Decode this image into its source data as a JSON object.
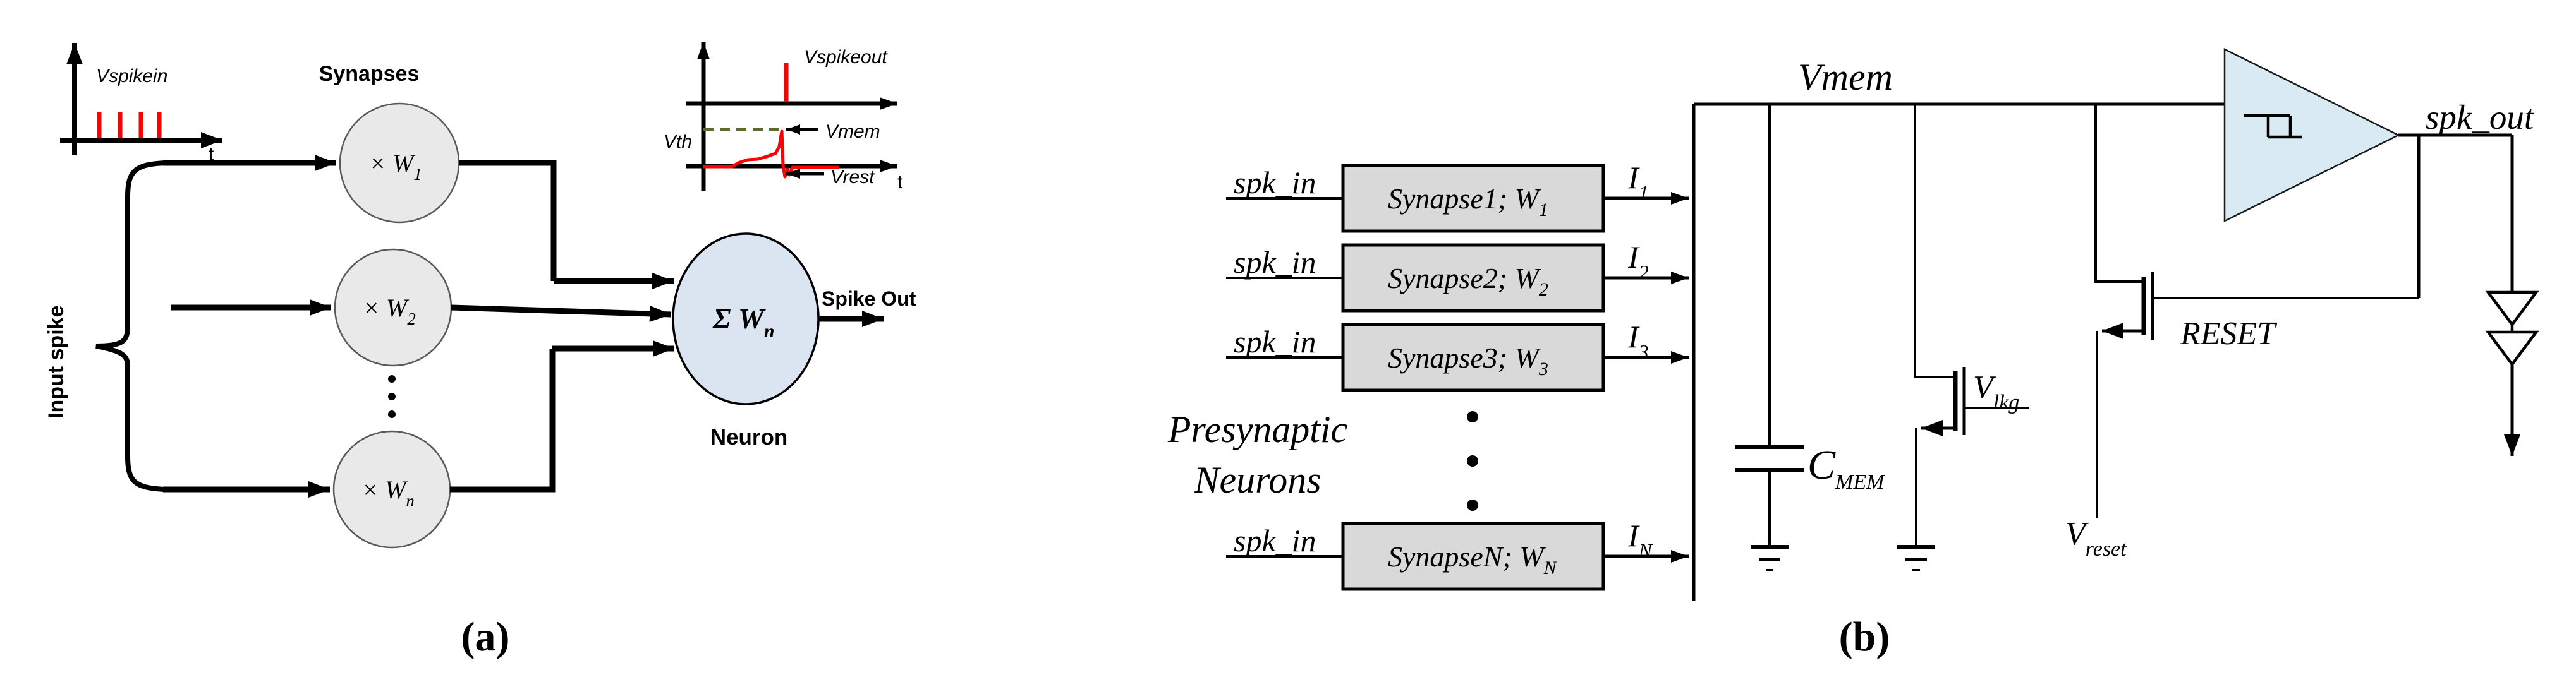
{
  "colors": {
    "signal_red": "#FF0000",
    "threshold_olive": "#5E6B2E",
    "synapse_circle_fill": "#e9e9e9",
    "synapse_circle_border": "#595959",
    "neuron_fill": "#dbe5f1",
    "comparator_fill": "#d9eaf3",
    "synapse_box_fill": "#d9d9d9",
    "wire_black": "#000000"
  },
  "caption_a": "(a)",
  "caption_b": "(b)",
  "panel_a": {
    "synapses_heading": "Synapses",
    "input_spike_label": "Input spike",
    "input_axis": {
      "signal": "Vspikein",
      "time": "t"
    },
    "weights": [
      {
        "label": "× W",
        "sub": "1"
      },
      {
        "label": "× W",
        "sub": "2"
      },
      {
        "label": "× W",
        "sub": "n"
      }
    ],
    "neuron": {
      "sum_base": "Σ W",
      "sum_sub": "n",
      "name": "Neuron",
      "output": "Spike Out"
    },
    "inset": {
      "spike_label": "Vspikeout",
      "threshold": "Vth",
      "membrane": "Vmem",
      "rest": "Vrest",
      "time": "t"
    }
  },
  "panel_b": {
    "membrane_node": "Vmem",
    "presynaptic_line1": "Presynaptic",
    "presynaptic_line2": "Neurons",
    "rows": [
      {
        "input": "spk_in",
        "box": "Synapse1; W",
        "box_sub": "1",
        "current": "I",
        "current_sub": "1"
      },
      {
        "input": "spk_in",
        "box": "Synapse2; W",
        "box_sub": "2",
        "current": "I",
        "current_sub": "2"
      },
      {
        "input": "spk_in",
        "box": "Synapse3; W",
        "box_sub": "3",
        "current": "I",
        "current_sub": "3"
      },
      {
        "input": "spk_in",
        "box": "SynapseN; W",
        "box_sub": "N",
        "current": "I",
        "current_sub": "N"
      }
    ],
    "capacitor": {
      "base": "C",
      "sub": "MEM"
    },
    "leak": {
      "base": "V",
      "sub": "lkg"
    },
    "reset_gate": "RESET",
    "reset_voltage": {
      "base": "V",
      "sub": "reset"
    },
    "output": "spk_out"
  }
}
